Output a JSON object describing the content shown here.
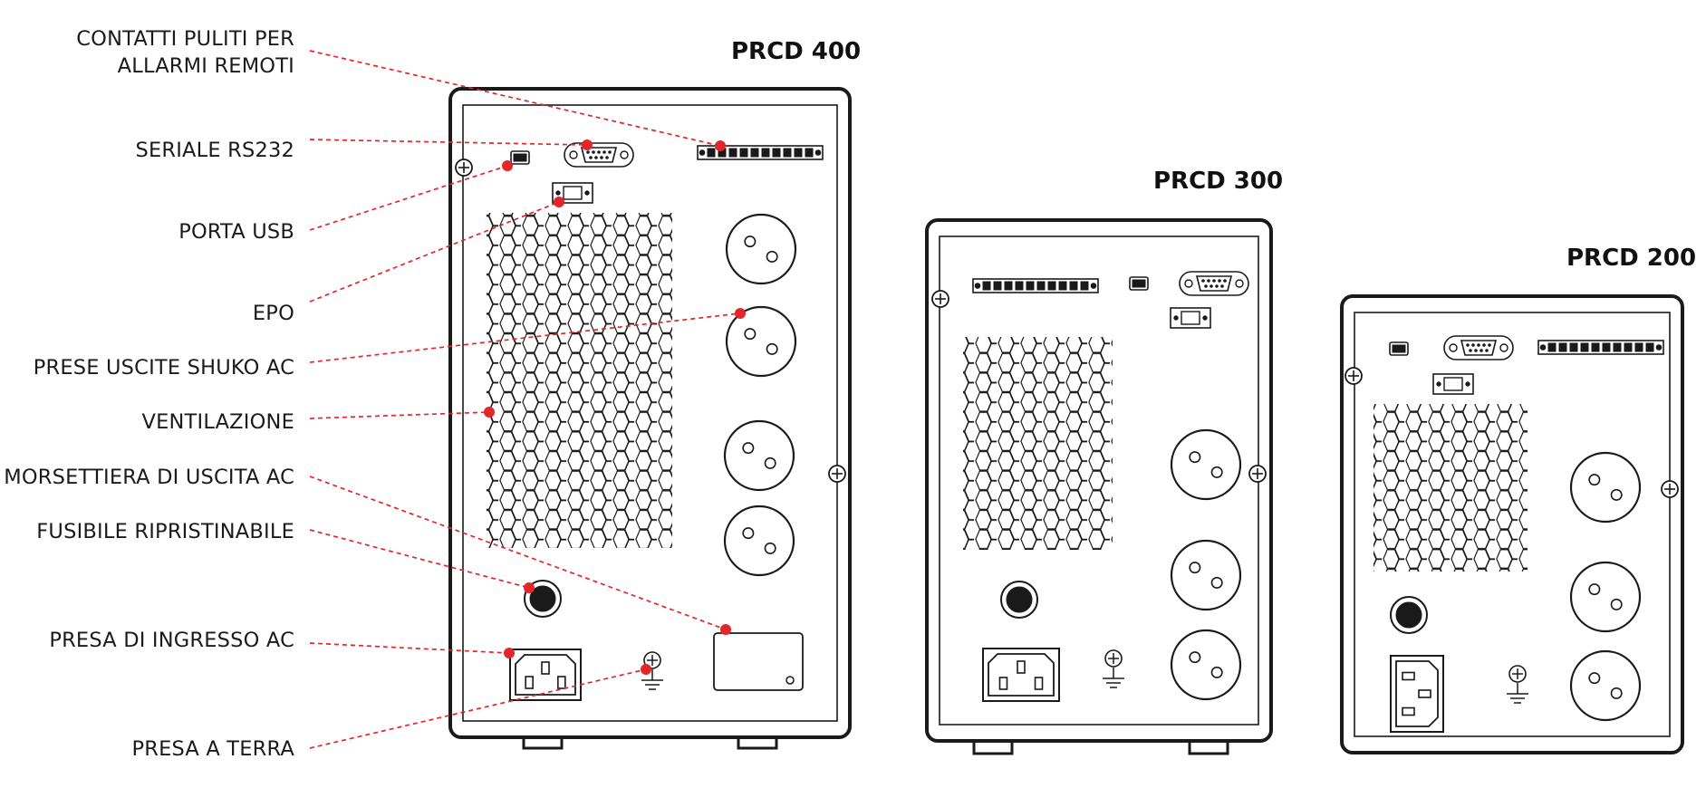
{
  "callout_labels": [
    {
      "id": "remote-alarm-contacts",
      "lines": [
        "CONTATTI PULITI PER",
        "ALLARMI REMOTI"
      ]
    },
    {
      "id": "rs232-serial",
      "lines": [
        "SERIALE RS232"
      ]
    },
    {
      "id": "usb-port",
      "lines": [
        "PORTA USB"
      ]
    },
    {
      "id": "epo",
      "lines": [
        "EPO"
      ]
    },
    {
      "id": "schuko-outlets",
      "lines": [
        "PRESE USCITE SHUKO AC"
      ]
    },
    {
      "id": "ventilation",
      "lines": [
        "VENTILAZIONE"
      ]
    },
    {
      "id": "ac-output-terminal",
      "lines": [
        "MORSETTIERA DI USCITA AC"
      ]
    },
    {
      "id": "resettable-fuse",
      "lines": [
        "FUSIBILE RIPRISTINABILE"
      ]
    },
    {
      "id": "ac-input-socket",
      "lines": [
        "PRESA DI INGRESSO AC"
      ]
    },
    {
      "id": "ground-socket",
      "lines": [
        "PRESA A TERRA"
      ]
    }
  ],
  "models": [
    {
      "id": "prcd400",
      "name": "PRCD 400"
    },
    {
      "id": "prcd300",
      "name": "PRCD 300"
    },
    {
      "id": "prcd200",
      "name": "PRCD 200"
    }
  ],
  "colors": {
    "callout": "#e3262b",
    "outline": "#1a1a1a",
    "text": "#1a1a1a",
    "background": "#ffffff"
  }
}
